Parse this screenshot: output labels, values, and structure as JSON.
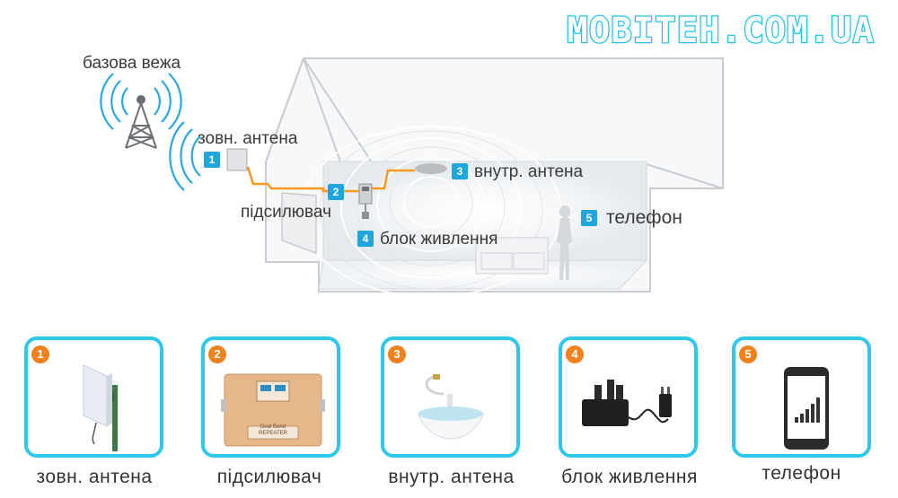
{
  "brand": {
    "logo_text": "MOBITEH.COM.UA",
    "accent_color": "#22c3e6",
    "badge_color": "#1ea6dd",
    "number_color": "#f0821e"
  },
  "diagram": {
    "tower_label": "базова вежа",
    "outdoor_antenna_label": "зовн. антена",
    "amplifier_label": "підсилювач",
    "indoor_antenna_label": "внутр. антена",
    "power_label": "блок живлення",
    "phone_label": "телефон",
    "badges": [
      "1",
      "2",
      "3",
      "4",
      "5"
    ]
  },
  "cards": [
    {
      "number": "1",
      "caption": "зовн. антена",
      "icon": "panel-antenna-icon"
    },
    {
      "number": "2",
      "caption": "підсилювач",
      "icon": "repeater-icon",
      "device_text_1": "Dual Band",
      "device_text_2": "REPEATER"
    },
    {
      "number": "3",
      "caption": "внутр. антена",
      "icon": "ceiling-antenna-icon"
    },
    {
      "number": "4",
      "caption": "блок живлення",
      "icon": "power-adapter-icon"
    },
    {
      "number": "5",
      "caption": "телефон",
      "icon": "smartphone-icon"
    }
  ]
}
